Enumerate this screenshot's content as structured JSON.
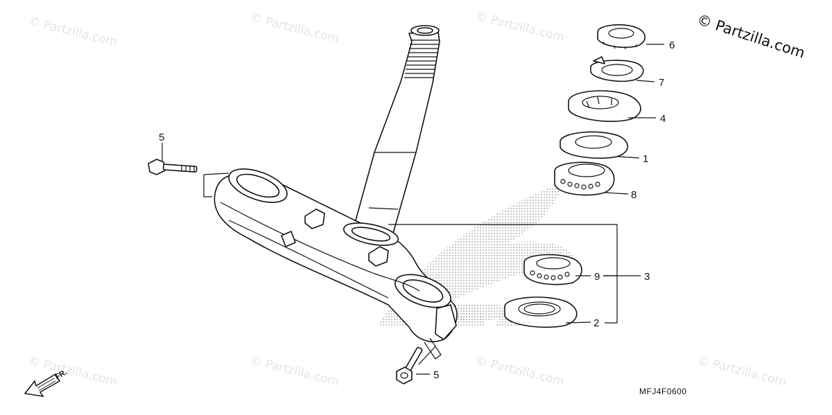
{
  "copyright_watermark": "© Partzilla.com",
  "background_watermark": "© Partzilla.com",
  "diagram_code": "MFJ4F0600",
  "direction_indicator": "FR.",
  "callouts": [
    {
      "id": "callout-6",
      "label": "6"
    },
    {
      "id": "callout-7",
      "label": "7"
    },
    {
      "id": "callout-4",
      "label": "4"
    },
    {
      "id": "callout-1",
      "label": "1"
    },
    {
      "id": "callout-8",
      "label": "8"
    },
    {
      "id": "callout-9",
      "label": "9"
    },
    {
      "id": "callout-3",
      "label": "3"
    },
    {
      "id": "callout-2",
      "label": "2"
    },
    {
      "id": "callout-5-top",
      "label": "5"
    },
    {
      "id": "callout-5-bottom",
      "label": "5"
    }
  ],
  "colors": {
    "ink": "#111111",
    "watermark": "#e4e4e4",
    "dots": "#9a9a9a"
  }
}
